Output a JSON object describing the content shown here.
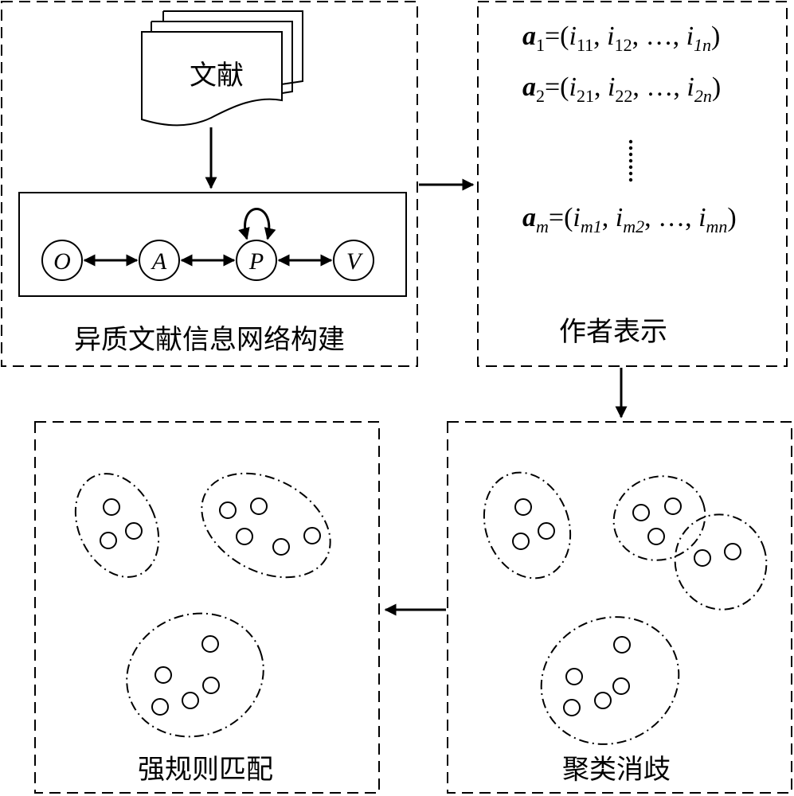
{
  "panels": {
    "hin": {
      "title": "异质文献信息网络构建",
      "document_label": "文献",
      "nodes": [
        "O",
        "A",
        "P",
        "V"
      ]
    },
    "author": {
      "title": "作者表示",
      "vectors": [
        {
          "name": "a",
          "sub": "1",
          "elements": [
            [
              "i",
              "11"
            ],
            [
              "i",
              "12"
            ],
            [
              "…",
              ""
            ],
            [
              "i",
              "1n"
            ]
          ]
        },
        {
          "name": "a",
          "sub": "2",
          "elements": [
            [
              "i",
              "21"
            ],
            [
              "i",
              "22"
            ],
            [
              "…",
              ""
            ],
            [
              "i",
              "2n"
            ]
          ]
        },
        {
          "name": "a",
          "sub": "m",
          "elements": [
            [
              "i",
              "m1"
            ],
            [
              "i",
              "m2"
            ],
            [
              "…",
              ""
            ],
            [
              "i",
              "mn"
            ]
          ]
        }
      ],
      "ellipsis": "⋮"
    },
    "cluster": {
      "title": "聚类消歧"
    },
    "rule": {
      "title": "强规则匹配"
    }
  }
}
